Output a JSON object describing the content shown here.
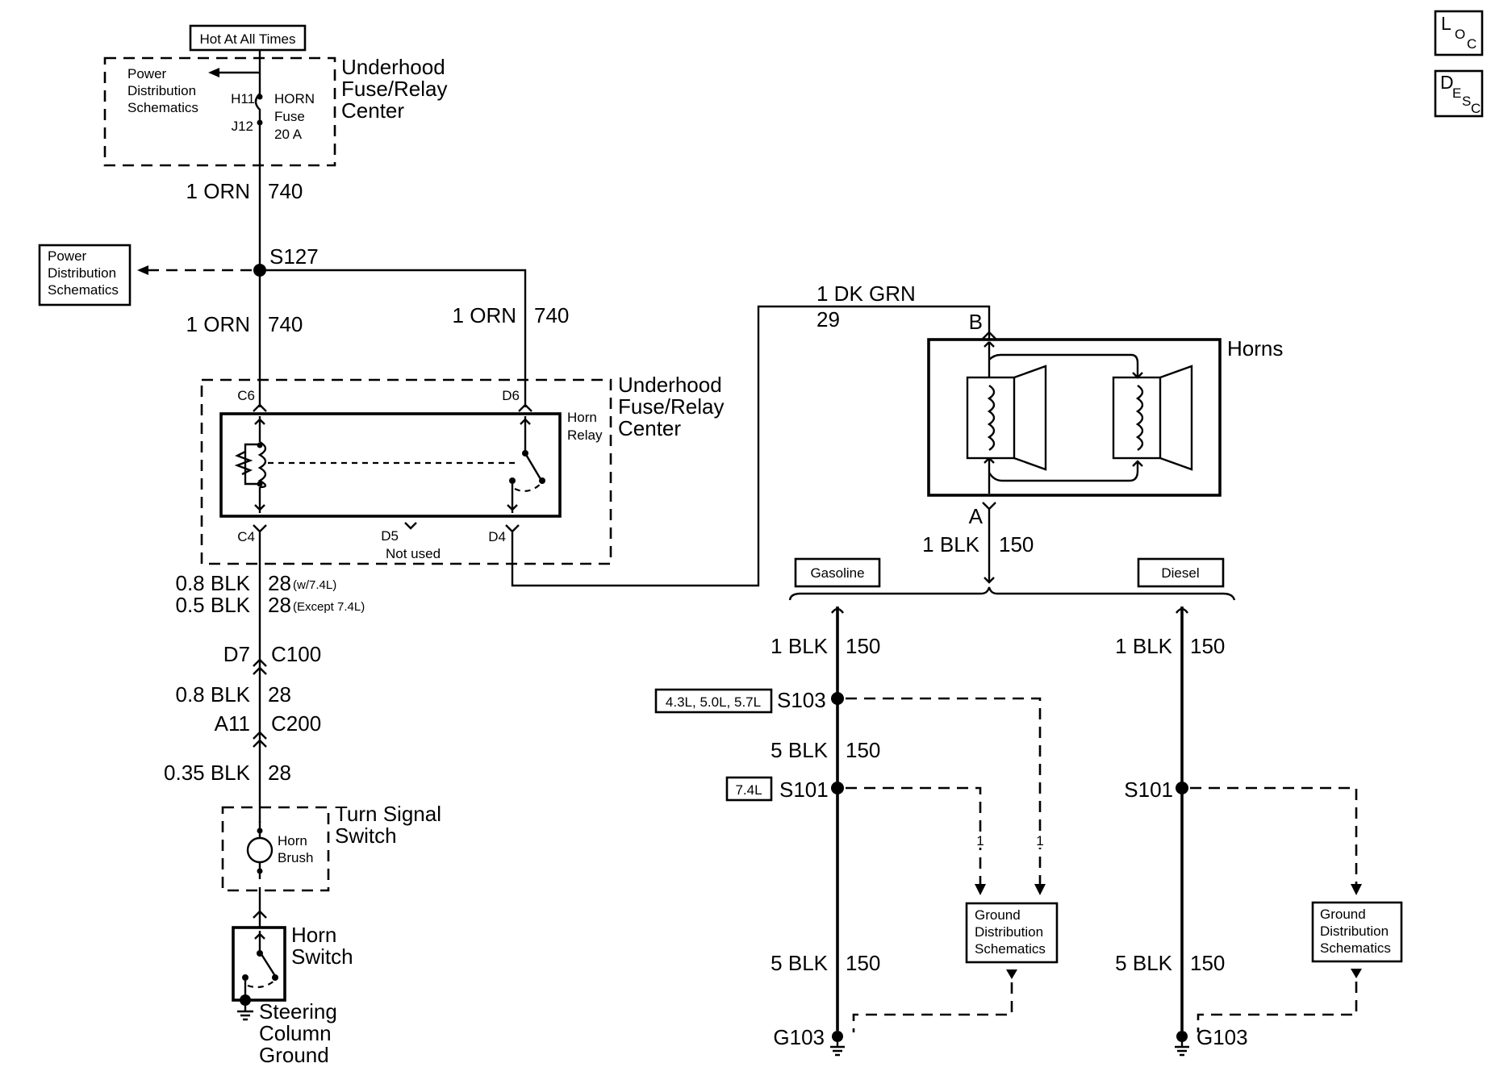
{
  "header": {
    "hot_at_all_times": "Hot At All Times"
  },
  "badges": {
    "loc": {
      "big": "L",
      "mid": "O",
      "small": "C"
    },
    "desc": {
      "big": "D",
      "mid": "E",
      "small": "S",
      "tail": "C"
    }
  },
  "fuse_center_top": {
    "title_line1": "Underhood",
    "title_line2": "Fuse/Relay",
    "title_line3": "Center",
    "pds_line1": "Power",
    "pds_line2": "Distribution",
    "pds_line3": "Schematics",
    "pin_h11": "H11",
    "pin_j12": "J12",
    "fuse_line1": "HORN",
    "fuse_line2": "Fuse",
    "fuse_line3": "20 A"
  },
  "wires": {
    "orn_gauge": "1 ORN",
    "orn_circuit": "740",
    "dkgrn_gauge": "1 DK GRN",
    "dkgrn_circuit": "29",
    "blk_1": "1 BLK",
    "blk_circuit": "150",
    "blk_08": "0.8 BLK",
    "blk_05": "0.5 BLK",
    "c28": "28",
    "w74": "(w/7.4L)",
    "except74": "(Except 7.4L)",
    "blk_035": "0.35 BLK",
    "blk_5": "5 BLK"
  },
  "splices": {
    "s127": "S127",
    "s103": "S103",
    "s101": "S101"
  },
  "pds_box": {
    "line1": "Power",
    "line2": "Distribution",
    "line3": "Schematics"
  },
  "relay_center": {
    "title_line1": "Underhood",
    "title_line2": "Fuse/Relay",
    "title_line3": "Center",
    "relay_line1": "Horn",
    "relay_line2": "Relay",
    "pin_c6": "C6",
    "pin_d6": "D6",
    "pin_c4": "C4",
    "pin_d5": "D5",
    "pin_d4": "D4",
    "not_used": "Not used"
  },
  "connectors": {
    "d7": "D7",
    "c100": "C100",
    "a11": "A11",
    "c200": "C200"
  },
  "turn_signal": {
    "title_line1": "Turn Signal",
    "title_line2": "Switch",
    "brush_line1": "Horn",
    "brush_line2": "Brush"
  },
  "horn_switch": {
    "line1": "Horn",
    "line2": "Switch"
  },
  "steering_ground": {
    "line1": "Steering",
    "line2": "Column",
    "line3": "Ground"
  },
  "horns": {
    "title": "Horns",
    "pin_b": "B",
    "pin_a": "A"
  },
  "options": {
    "gasoline": "Gasoline",
    "diesel": "Diesel",
    "engines_43": "4.3L, 5.0L, 5.7L",
    "engine_74": "7.4L"
  },
  "gds": {
    "line1": "Ground",
    "line2": "Distribution",
    "line3": "Schematics",
    "wire_count": "1"
  },
  "grounds": {
    "g103": "G103"
  }
}
